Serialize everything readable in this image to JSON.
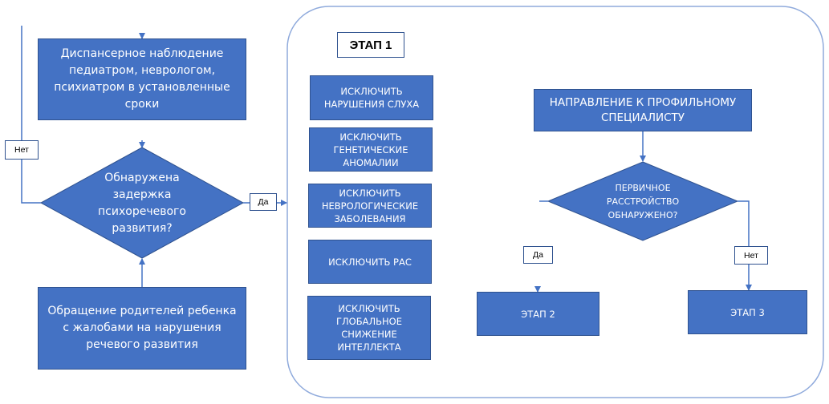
{
  "left": {
    "observation": "Диспансерное наблюдение педиатром, неврологом, психиатром в установленные сроки",
    "decision": "Обнаружена задержка психоречевого развития?",
    "appeal": "Обращение родителей ребенка с жалобами на нарушения речевого развития",
    "no_label": "Нет",
    "yes_label": "Да"
  },
  "stage1": {
    "title": "ЭТАП 1",
    "exclusions": [
      "ИСКЛЮЧИТЬ НАРУШЕНИЯ СЛУХА",
      "ИСКЛЮЧИТЬ ГЕНЕТИЧЕСКИЕ АНОМАЛИИ",
      "ИСКЛЮЧИТЬ НЕВРОЛОГИЧЕСКИЕ ЗАБОЛЕВАНИЯ",
      "ИСКЛЮЧИТЬ РАС",
      "ИСКЛЮЧИТЬ ГЛОБАЛЬНОЕ СНИЖЕНИЕ ИНТЕЛЛЕКТА"
    ],
    "referral": "НАПРАВЛЕНИЕ К ПРОФИЛЬНОМУ СПЕЦИАЛИСТУ",
    "primary_decision": "ПЕРВИЧНОЕ РАССТРОЙСТВО ОБНАРУЖЕНО?",
    "yes_label": "Да",
    "no_label": "Нет",
    "stage2": "ЭТАП 2",
    "stage3": "ЭТАП 3"
  },
  "colors": {
    "box_fill": "#4472c4",
    "box_border": "#2f528f",
    "connector": "#4472c4",
    "frame": "#8faadc"
  }
}
